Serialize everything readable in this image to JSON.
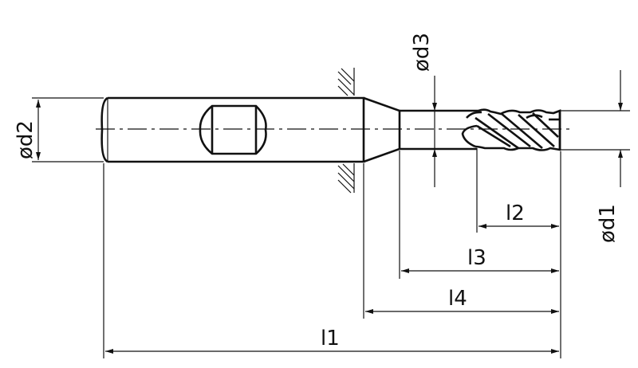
{
  "drawing": {
    "title": "End mill dimension drawing",
    "labels": {
      "d1": "ød1",
      "d2": "ød2",
      "d3": "ød3",
      "l1": "l1",
      "l2": "l2",
      "l3": "l3",
      "l4": "l4"
    },
    "colors": {
      "line": "#111111",
      "background": "#ffffff"
    }
  }
}
